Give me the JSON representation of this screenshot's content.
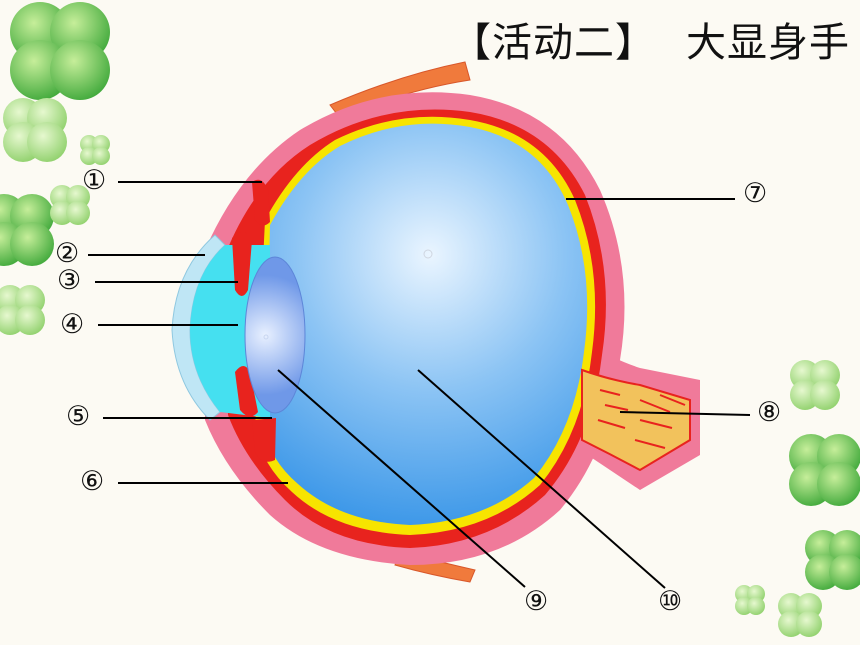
{
  "title": {
    "bracket_part": "【活动二】",
    "main_part": "大显身手"
  },
  "callouts": [
    "①",
    "②",
    "③",
    "④",
    "⑤",
    "⑥",
    "⑦",
    "⑧",
    "⑨",
    "⑩"
  ],
  "colors": {
    "sclera": "#f07a9a",
    "choroid": "#e8231e",
    "retina": "#f7e400",
    "vitreous_center": "#eaf5ff",
    "vitreous_edge": "#2d8fe6",
    "aqueous": "#45e0f0",
    "cornea": "#bfe6f5",
    "lens": "#7fa8ee",
    "muscle": "#f07a3c",
    "optic_nerve": "#f2c25c",
    "clover_dark": "#3fa83a",
    "clover_light": "#9bd66f"
  }
}
